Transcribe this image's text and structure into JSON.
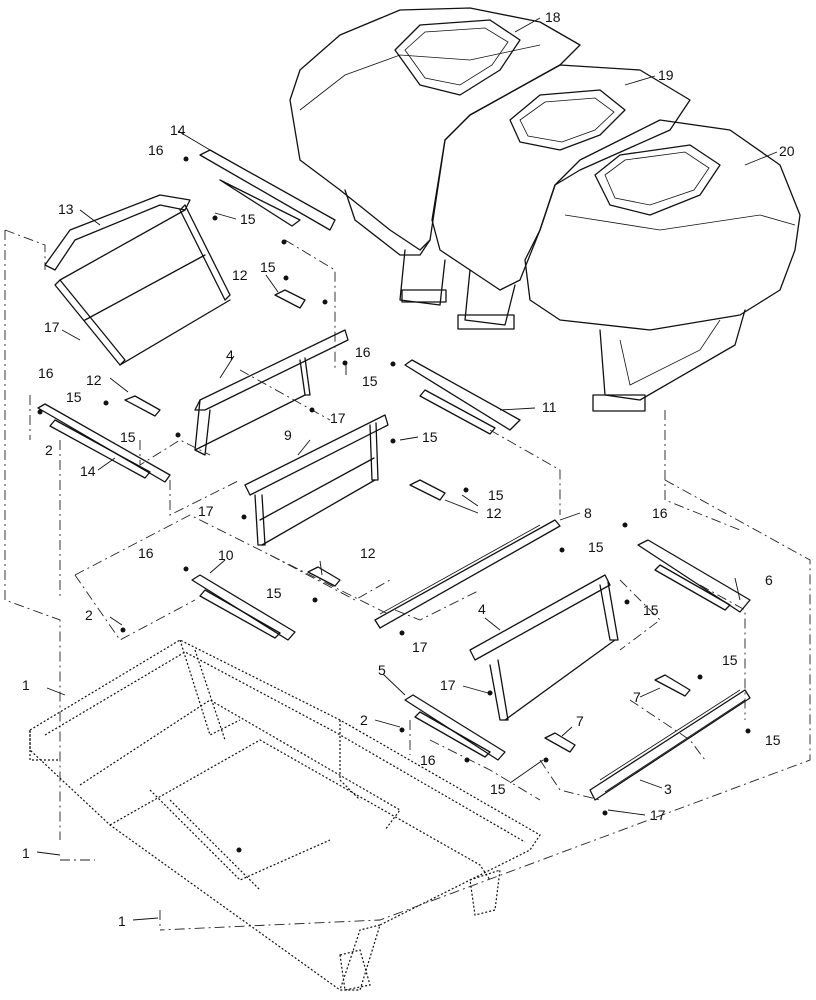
{
  "callouts": [
    {
      "id": "c18",
      "text": "18"
    },
    {
      "id": "c19",
      "text": "19"
    },
    {
      "id": "c20",
      "text": "20"
    },
    {
      "id": "c14a",
      "text": "14"
    },
    {
      "id": "c16a",
      "text": "16"
    },
    {
      "id": "c13",
      "text": "13"
    },
    {
      "id": "c15a",
      "text": "15"
    },
    {
      "id": "c12a",
      "text": "12"
    },
    {
      "id": "c15b",
      "text": "15"
    },
    {
      "id": "c17a",
      "text": "17"
    },
    {
      "id": "c4a",
      "text": "4"
    },
    {
      "id": "c16b",
      "text": "16"
    },
    {
      "id": "c15c",
      "text": "15"
    },
    {
      "id": "c16c",
      "text": "16"
    },
    {
      "id": "c12b",
      "text": "12"
    },
    {
      "id": "c15d",
      "text": "15"
    },
    {
      "id": "c11",
      "text": "11"
    },
    {
      "id": "c15e",
      "text": "15"
    },
    {
      "id": "c17b",
      "text": "17"
    },
    {
      "id": "c2a",
      "text": "2"
    },
    {
      "id": "c14b",
      "text": "14"
    },
    {
      "id": "c9",
      "text": "9"
    },
    {
      "id": "c15f",
      "text": "15"
    },
    {
      "id": "c15g",
      "text": "15"
    },
    {
      "id": "c12c",
      "text": "12"
    },
    {
      "id": "c17c",
      "text": "17"
    },
    {
      "id": "c8",
      "text": "8"
    },
    {
      "id": "c16d",
      "text": "16"
    },
    {
      "id": "c15h",
      "text": "15"
    },
    {
      "id": "c16e",
      "text": "16"
    },
    {
      "id": "c10",
      "text": "10"
    },
    {
      "id": "c12d",
      "text": "12"
    },
    {
      "id": "c6",
      "text": "6"
    },
    {
      "id": "c15i",
      "text": "15"
    },
    {
      "id": "c15j",
      "text": "15"
    },
    {
      "id": "c2b",
      "text": "2"
    },
    {
      "id": "c4b",
      "text": "4"
    },
    {
      "id": "c17d",
      "text": "17"
    },
    {
      "id": "c1a",
      "text": "1"
    },
    {
      "id": "c15k",
      "text": "15"
    },
    {
      "id": "c5",
      "text": "5"
    },
    {
      "id": "c17e",
      "text": "17"
    },
    {
      "id": "c7a",
      "text": "7"
    },
    {
      "id": "c15l",
      "text": "15"
    },
    {
      "id": "c2c",
      "text": "2"
    },
    {
      "id": "c7b",
      "text": "7"
    },
    {
      "id": "c16f",
      "text": "16"
    },
    {
      "id": "c3",
      "text": "3"
    },
    {
      "id": "c15m",
      "text": "15"
    },
    {
      "id": "c17f",
      "text": "17"
    },
    {
      "id": "c1b",
      "text": "1"
    },
    {
      "id": "c1c",
      "text": "1"
    }
  ]
}
